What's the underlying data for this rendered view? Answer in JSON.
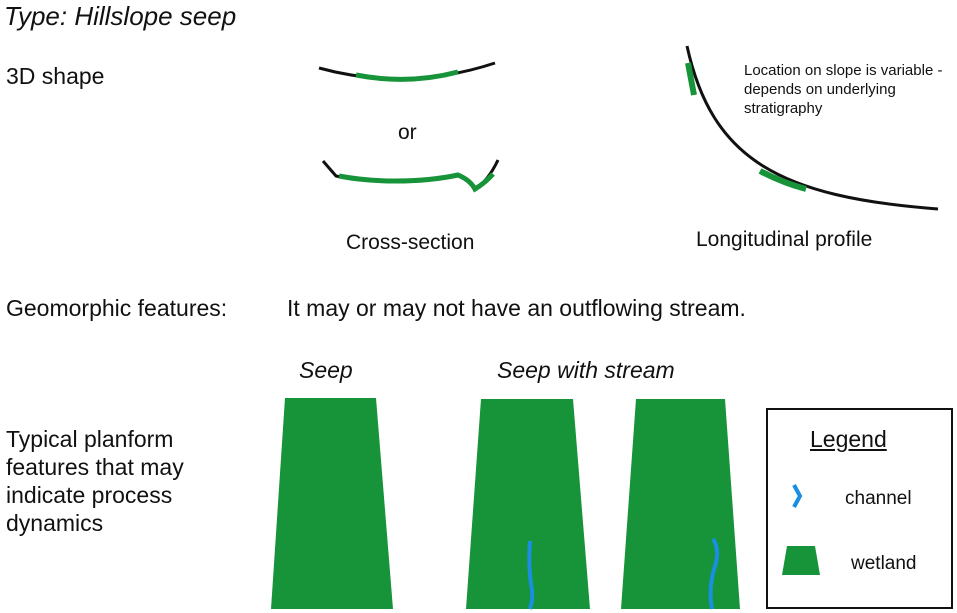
{
  "title": "Type: Hillslope seep",
  "shape_section": {
    "label": "3D shape",
    "or_text": "or",
    "cross_section_label": "Cross-section",
    "longitudinal_label": "Longitudinal profile",
    "slope_note": "Location on slope is variable - depends on underlying stratigraphy"
  },
  "geomorphic": {
    "label": "Geomorphic features:",
    "text": "It may or may not have an outflowing stream."
  },
  "planform": {
    "label": "Typical planform features that may indicate process dynamics",
    "seep_label": "Seep",
    "seep_with_stream_label": "Seep with stream"
  },
  "legend": {
    "title": "Legend",
    "channel_label": "channel",
    "wetland_label": "wetland"
  },
  "colors": {
    "wetland": "#179439",
    "channel": "#1a8ee0",
    "line": "#111111"
  }
}
